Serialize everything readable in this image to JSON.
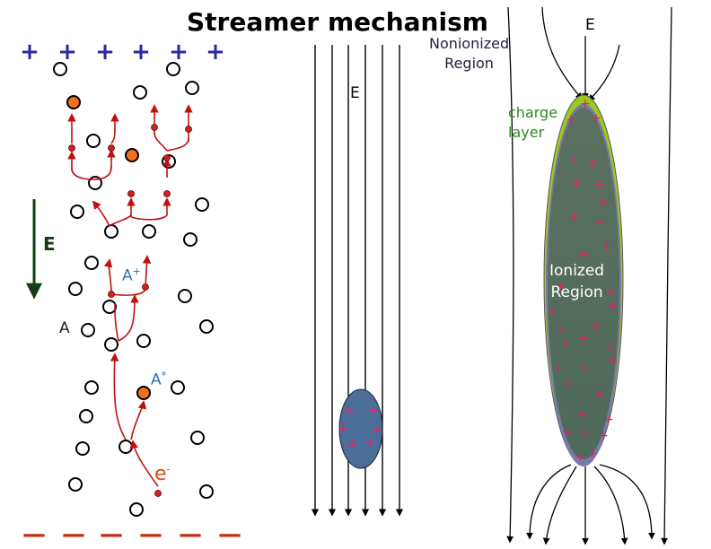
{
  "diagram": {
    "title": "Streamer mechanism",
    "labels": {
      "e_field_middle": "E",
      "e_field_right": "E",
      "nonionized_line1": "Nonionized",
      "nonionized_line2": "Region",
      "charge_line1": "charge",
      "charge_line2": "layer",
      "ionized_line1": "Ionized",
      "ionized_line2": "Region",
      "e_field_left": "E",
      "atom": "A",
      "ion": "A",
      "ion_sup": "+",
      "excited": "A",
      "excited_sup": "*",
      "electron": "e",
      "electron_sup": "-"
    },
    "symbols": {
      "anode_sign": "+",
      "cathode_sign": "—",
      "layer_charge": "+"
    },
    "colors": {
      "anode_plus": "#2a2aa0",
      "cathode_minus": "#c03010",
      "arrow_red": "#c01010",
      "atom_excited": "#f07020",
      "electron_dot": "#d02020",
      "field_line": "#000000",
      "ionized_fill": "#4a6b5a",
      "charge_layer": "#9ec81e",
      "streamer_ball": "#4a6e98",
      "field_arrow_left": "#123e12"
    }
  }
}
